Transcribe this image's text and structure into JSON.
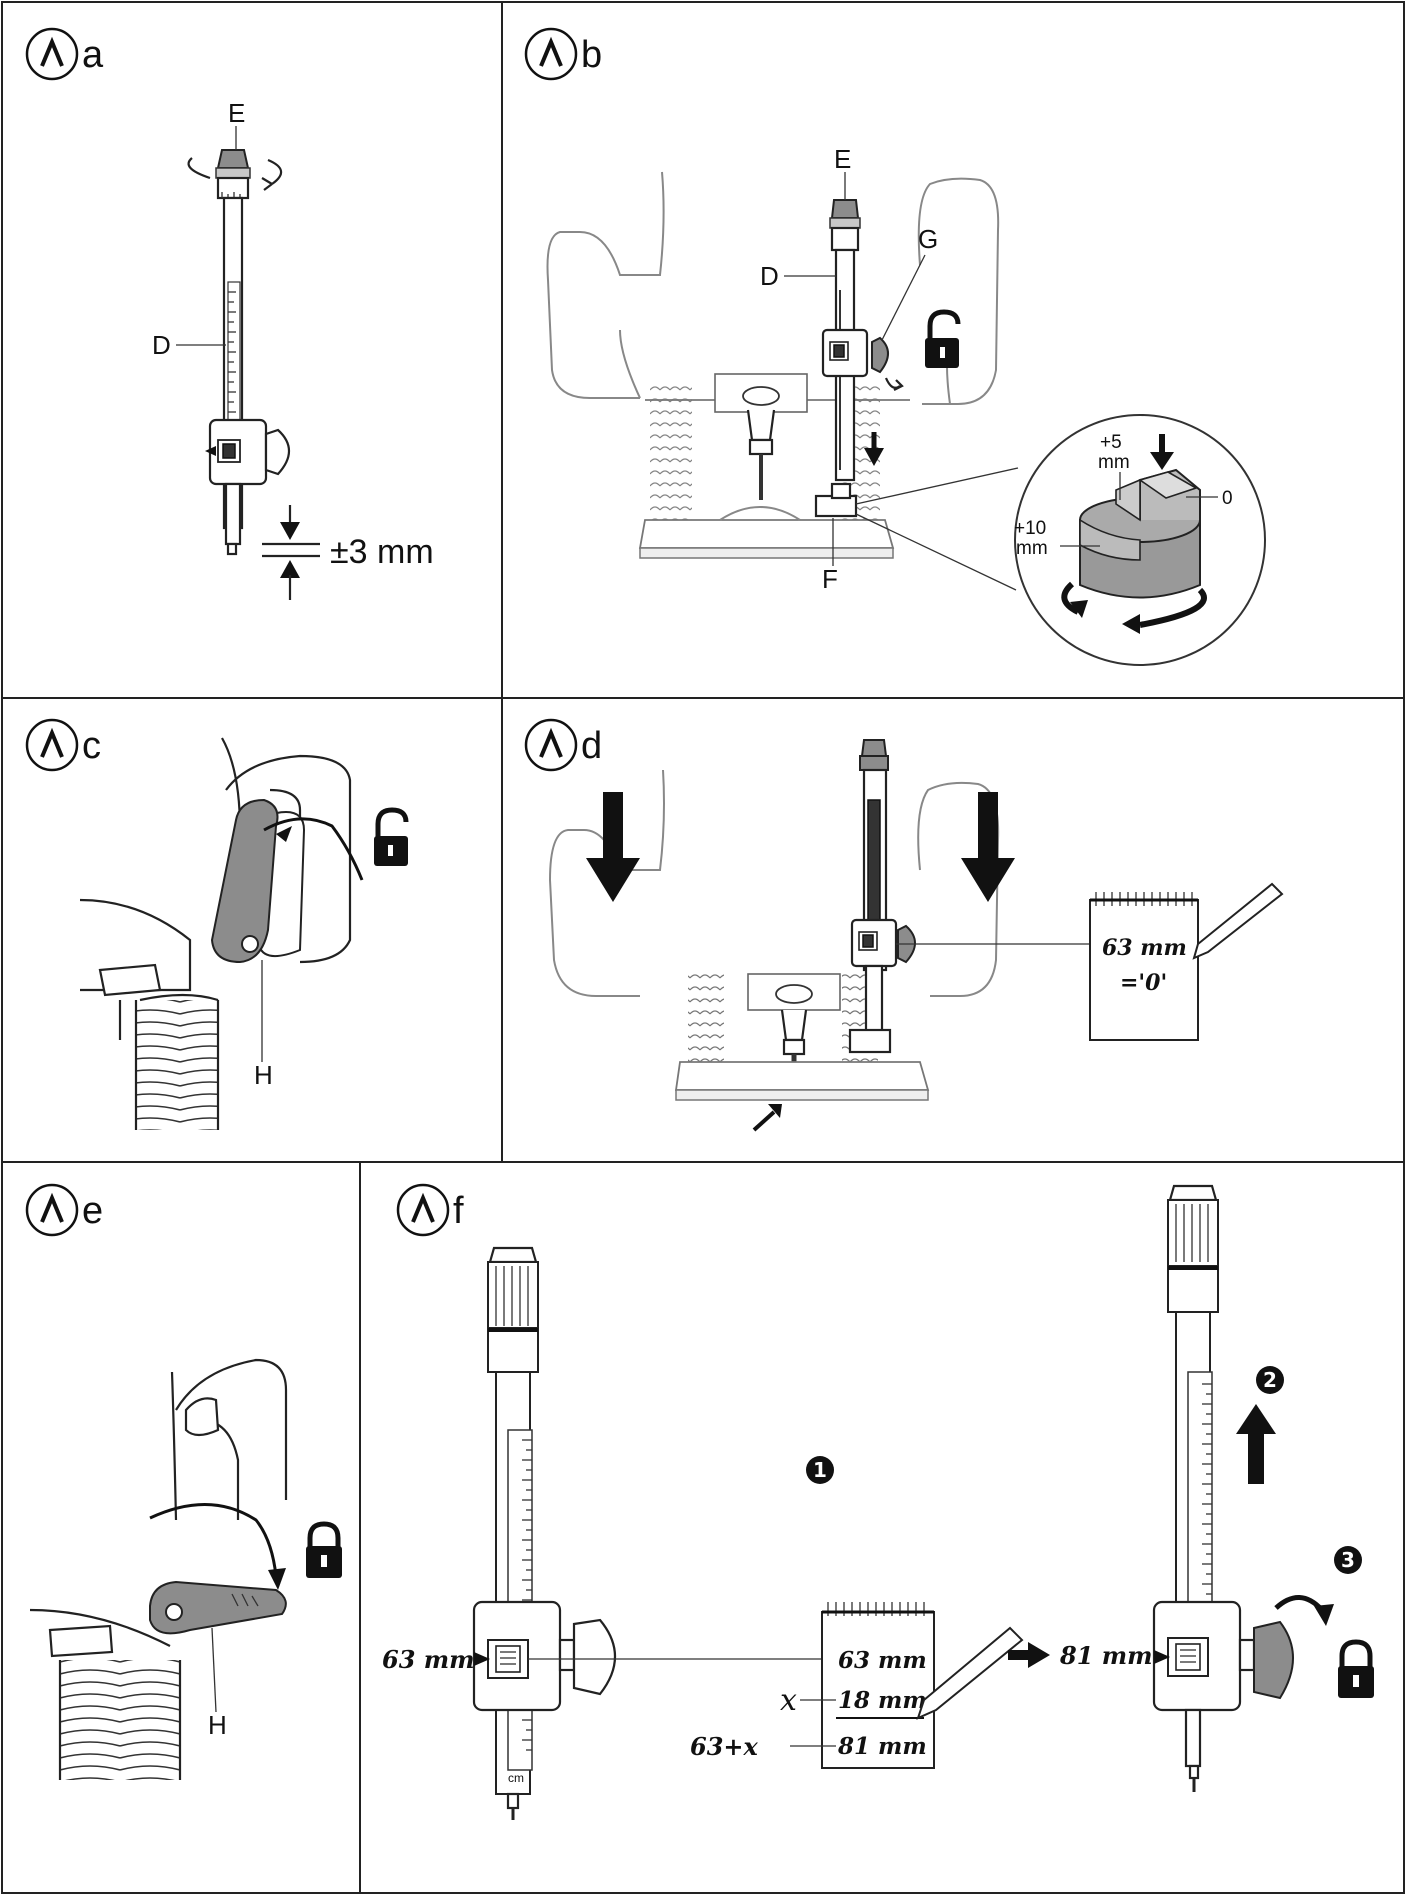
{
  "panels": {
    "a": {
      "letter": "a",
      "labels": {
        "E": "E",
        "D": "D",
        "range": "±3 mm"
      }
    },
    "b": {
      "letter": "b",
      "labels": {
        "E": "E",
        "D": "D",
        "G": "G",
        "F": "F",
        "plus5": "+5",
        "plus5_unit": "mm",
        "plus10": "+10",
        "plus10_unit": "mm",
        "zero": "0"
      }
    },
    "c": {
      "letter": "c",
      "labels": {
        "H": "H"
      }
    },
    "d": {
      "letter": "d",
      "note_line1": "63 mm",
      "note_line2": "='0'"
    },
    "e": {
      "letter": "e",
      "labels": {
        "H": "H"
      }
    },
    "f": {
      "letter": "f",
      "reading_left": "63 mm",
      "reading_right": "81 mm",
      "note": {
        "line1": "63 mm",
        "line2": "18 mm",
        "line3": "81 mm"
      },
      "x_label": "x",
      "sum_label": "63+x",
      "scale_unit": "cm",
      "steps": [
        "1",
        "2",
        "3"
      ]
    }
  },
  "icons": {
    "step_badge": "caret-up-circle-icon",
    "lock_open": "unlocked-padlock-icon",
    "lock_closed": "locked-padlock-icon"
  }
}
